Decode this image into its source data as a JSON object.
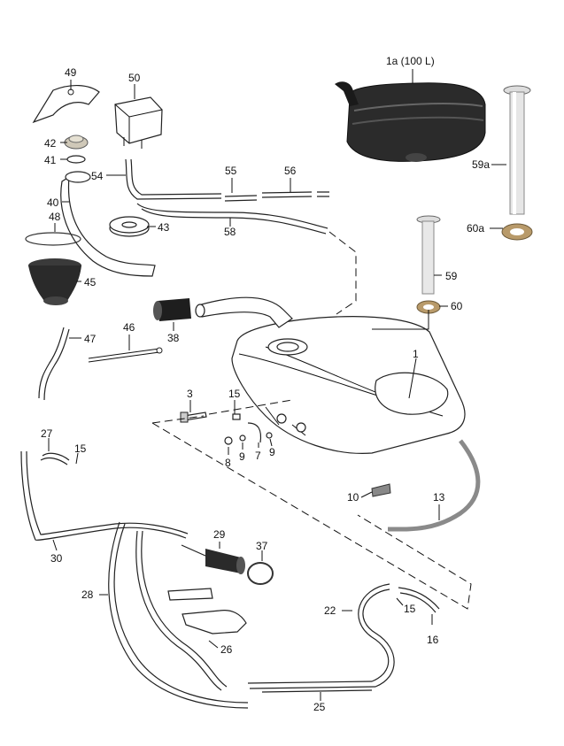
{
  "labels": {
    "p1a": "1a (100 L)",
    "p59a": "59a",
    "p60a": "60a",
    "p59": "59",
    "p60": "60",
    "p1": "1",
    "p49": "49",
    "p50": "50",
    "p42": "42",
    "p41": "41",
    "p54": "54",
    "p55": "55",
    "p56": "56",
    "p58": "58",
    "p40": "40",
    "p48": "48",
    "p43": "43",
    "p45": "45",
    "p47": "47",
    "p46": "46",
    "p38": "38",
    "p3": "3",
    "p15a": "15",
    "p8": "8",
    "p9a": "9",
    "p7": "7",
    "p9b": "9",
    "p27": "27",
    "p15b": "15",
    "p30": "30",
    "p29": "29",
    "p37": "37",
    "p28": "28",
    "p10": "10",
    "p13": "13",
    "p22": "22",
    "p15c": "15",
    "p16": "16",
    "p26": "26",
    "p25": "25"
  },
  "colors": {
    "ink": "#111111",
    "tank_dark": "#2b2b2b",
    "boot": "#3a3a3a",
    "seal_ring": "#b89a6a",
    "drain_hose": "#8a8a8a"
  }
}
